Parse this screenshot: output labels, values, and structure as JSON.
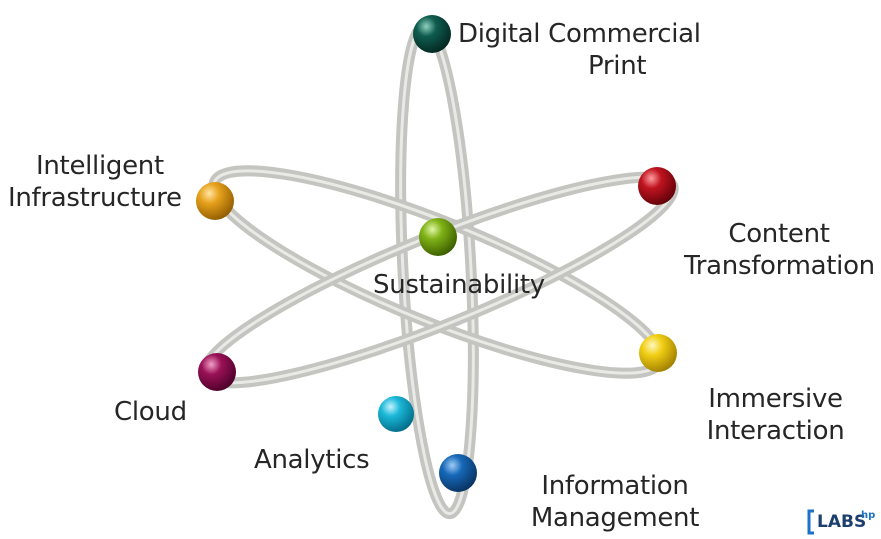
{
  "nodes": [
    {
      "id": "digital-commercial-print",
      "label_lines": [
        "Digital Commercial",
        "Print"
      ],
      "color": "#0e5c4f"
    },
    {
      "id": "intelligent-infrastructure",
      "label_lines": [
        "Intelligent",
        "Infrastructure"
      ],
      "color": "#e7a21c"
    },
    {
      "id": "content-transformation",
      "label_lines": [
        "Content",
        "Transformation"
      ],
      "color": "#c0141f"
    },
    {
      "id": "sustainability",
      "label_lines": [
        "Sustainability"
      ],
      "color": "#7fb216"
    },
    {
      "id": "immersive-interaction",
      "label_lines": [
        "Immersive",
        "Interaction"
      ],
      "color": "#f2cf16"
    },
    {
      "id": "cloud",
      "label_lines": [
        "Cloud"
      ],
      "color": "#9a1157"
    },
    {
      "id": "analytics",
      "label_lines": [
        "Analytics"
      ],
      "color": "#1cb8d8"
    },
    {
      "id": "information-management",
      "label_lines": [
        "Information",
        "Management"
      ],
      "color": "#1668b8"
    }
  ],
  "logo": {
    "text": "LABS",
    "superscript": "hp",
    "bracket_color": "#1a73c9",
    "text_color": "#1d3f6e"
  }
}
